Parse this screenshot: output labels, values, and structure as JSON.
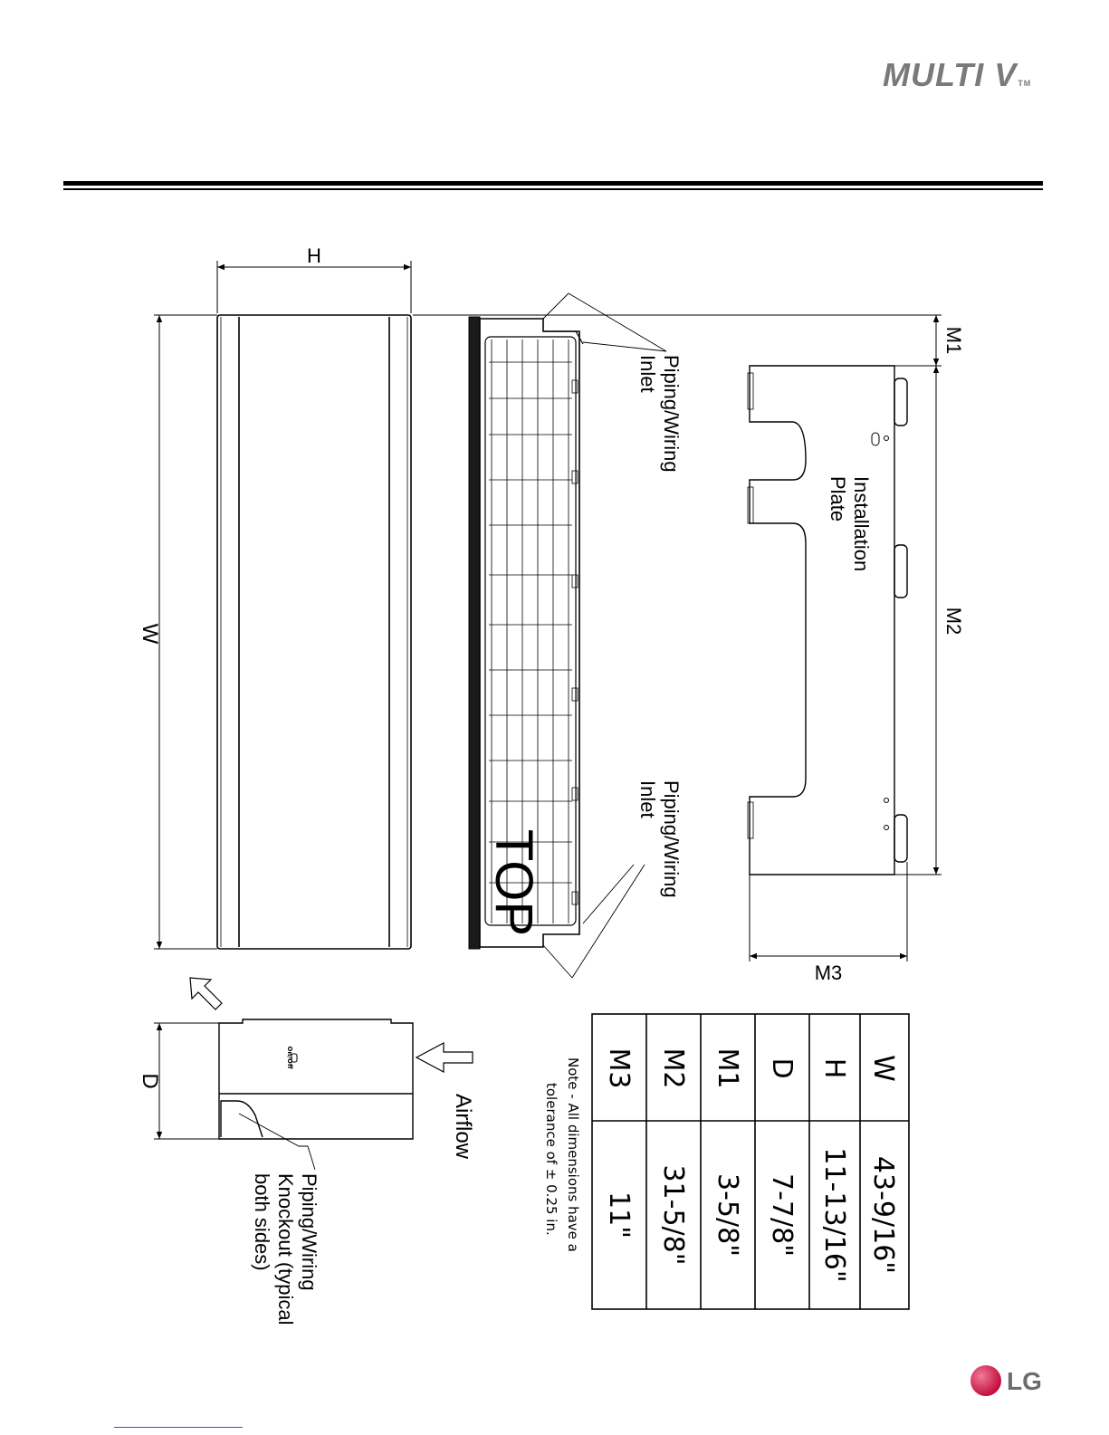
{
  "header": {
    "brand": "MULTI V",
    "trademark": "TM"
  },
  "drawing": {
    "front_width_label": "W",
    "front_height_label": "H",
    "piping_inlet_top": [
      "Piping/Wiring",
      "Inlet"
    ],
    "piping_inlet_bottom": [
      "Piping/Wiring",
      "Inlet"
    ],
    "top_marking": "TOP",
    "plate_label": [
      "Installation",
      "Plate"
    ],
    "m1_label": "M1",
    "m2_label": "M2",
    "m3_label": "M3",
    "side_depth_label": "D",
    "airflow_label": "Airflow",
    "on_off_label": "On/Off",
    "knockout_label": [
      "Piping/Wiring",
      "Knockout (typical",
      "both sides)"
    ]
  },
  "dimensions_table": {
    "rows": [
      {
        "label": "W",
        "value": "43-9/16\""
      },
      {
        "label": "H",
        "value": "11-13/16\""
      },
      {
        "label": "D",
        "value": "7-7/8\""
      },
      {
        "label": "M1",
        "value": "3-5/8\""
      },
      {
        "label": "M2",
        "value": "31-5/8\""
      },
      {
        "label": "M3",
        "value": "11\""
      }
    ],
    "note": [
      "Note - All dimensions have a",
      "tolerance of ± 0.25 in."
    ]
  },
  "footer": {
    "brand": "LG"
  }
}
